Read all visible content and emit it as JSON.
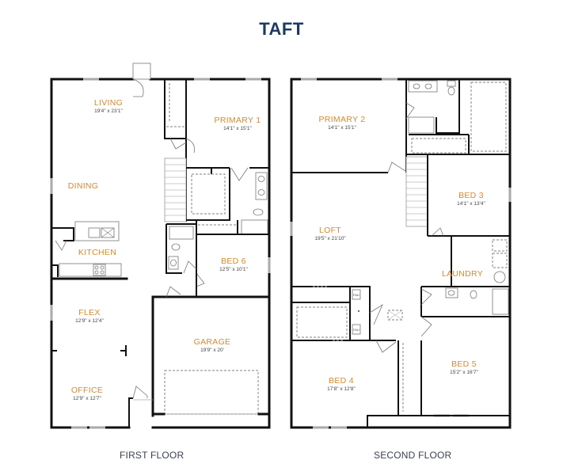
{
  "title": "TAFT",
  "colors": {
    "title": "#1c3a63",
    "room_label": "#d98a2e",
    "walls": "#111111"
  },
  "first_floor": {
    "label": "FIRST FLOOR",
    "rooms": [
      {
        "name": "LIVING",
        "dims": "19'4\" x 23'1\""
      },
      {
        "name": "PRIMARY 1",
        "dims": "14'1\" x 15'1\""
      },
      {
        "name": "DINING",
        "dims": ""
      },
      {
        "name": "KITCHEN",
        "dims": ""
      },
      {
        "name": "BED 6",
        "dims": "12'5\" x 10'1\""
      },
      {
        "name": "FLEX",
        "dims": "12'9\" x 12'4\""
      },
      {
        "name": "GARAGE",
        "dims": "19'9\" x 20'"
      },
      {
        "name": "OFFICE",
        "dims": "12'9\" x 12'7\""
      }
    ]
  },
  "second_floor": {
    "label": "SECOND FLOOR",
    "rooms": [
      {
        "name": "PRIMARY 2",
        "dims": "14'1\" x 15'1\""
      },
      {
        "name": "BED 3",
        "dims": "14'1\" x 13'4\""
      },
      {
        "name": "LOFT",
        "dims": "19'5\" x 21'10\""
      },
      {
        "name": "LAUNDRY",
        "dims": ""
      },
      {
        "name": "BED 4",
        "dims": "17'8\" x 12'8\""
      },
      {
        "name": "BED 5",
        "dims": "15'2\" x 16'7\""
      }
    ],
    "fixture_labels": [
      "FAU",
      "FAU"
    ]
  }
}
